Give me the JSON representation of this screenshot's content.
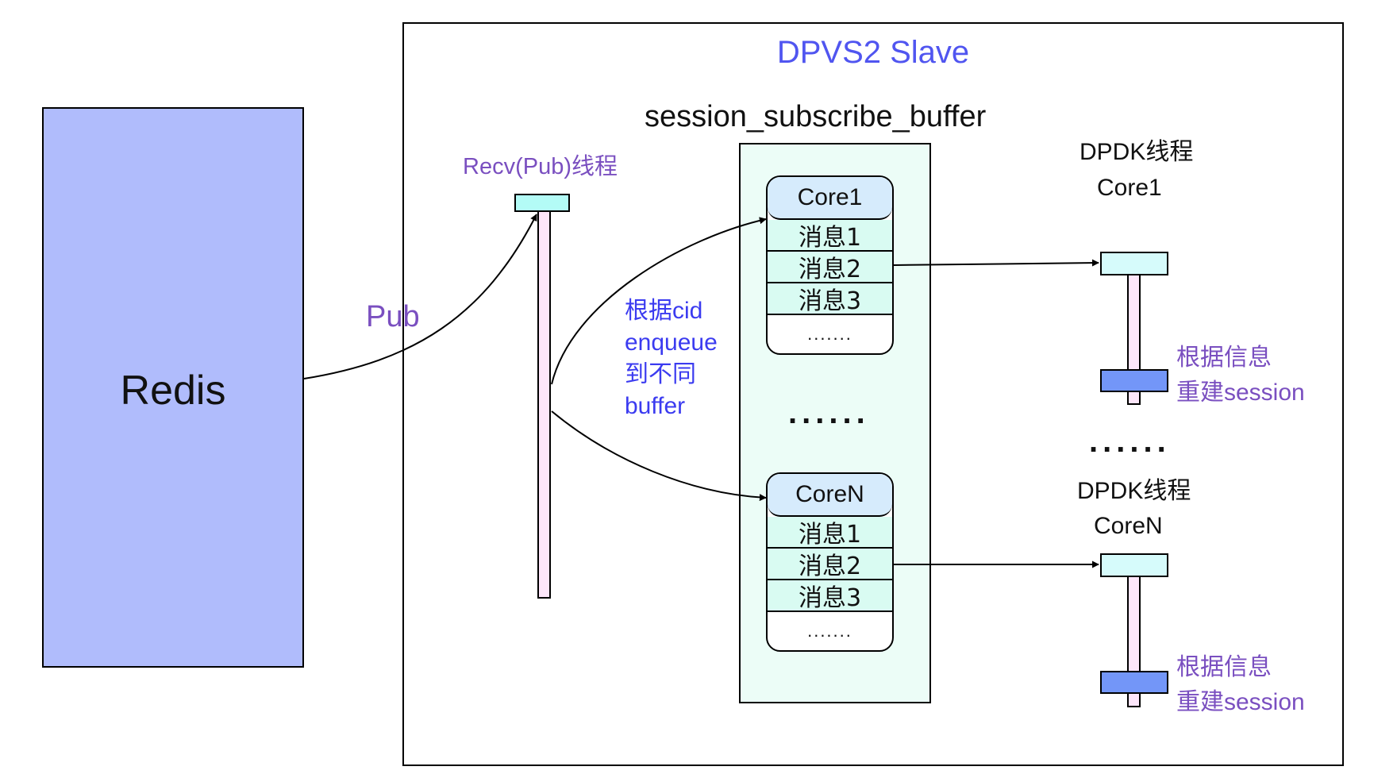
{
  "diagram": {
    "redis": {
      "label": "Redis",
      "fill": "#b0bcfc"
    },
    "slave": {
      "title": "DPVS2 Slave",
      "title_color": "#5055f0"
    },
    "pub_edge": {
      "label": "Pub",
      "color": "#7a4fc0"
    },
    "recv_thread": {
      "label": "Recv(Pub)线程"
    },
    "dispatch_note": {
      "lines": [
        "根据cid",
        "enqueue",
        "到不同",
        "buffer"
      ],
      "color": "#3b3bf0"
    },
    "buffer": {
      "title": "session_subscribe_buffer",
      "fill": "#ecfdf7",
      "between_cores": "......",
      "cores": [
        {
          "name": "Core1",
          "messages": [
            "消息1",
            "消息2",
            "消息3"
          ],
          "more": "......."
        },
        {
          "name": "CoreN",
          "messages": [
            "消息1",
            "消息2",
            "消息3"
          ],
          "more": "......."
        }
      ]
    },
    "dpdk_threads": [
      {
        "title": "DPDK线程",
        "core": "Core1",
        "action_lines": [
          "根据信息",
          "重建session"
        ]
      },
      {
        "title": "DPDK线程",
        "core": "CoreN",
        "action_lines": [
          "根据信息",
          "重建session"
        ]
      }
    ],
    "between_threads": "......",
    "edges": [
      {
        "from": "redis",
        "to": "recv_thread",
        "label": "Pub"
      },
      {
        "from": "recv_thread",
        "to": "Core1"
      },
      {
        "from": "recv_thread",
        "to": "CoreN"
      },
      {
        "from": "Core1.消息2",
        "to": "DPDK线程 Core1"
      },
      {
        "from": "CoreN.消息2",
        "to": "DPDK线程 CoreN"
      }
    ]
  }
}
